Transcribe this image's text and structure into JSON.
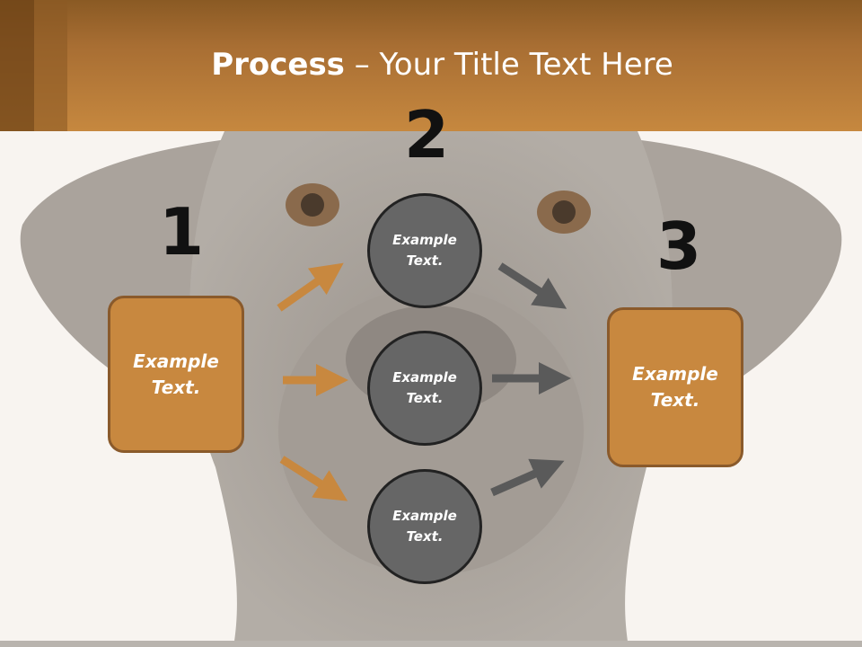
{
  "slide": {
    "title_bold": "Process",
    "title_rest": " – Your Title Text Here",
    "steps": [
      {
        "number": "1",
        "box_text_line1": "Example",
        "box_text_line2": "Text."
      },
      {
        "number": "2"
      },
      {
        "number": "3",
        "box_text_line1": "Example",
        "box_text_line2": "Text."
      }
    ],
    "circles": [
      {
        "line1": "Example",
        "line2": "Text."
      },
      {
        "line1": "Example",
        "line2": "Text."
      },
      {
        "line1": "Example",
        "line2": "Text."
      }
    ]
  },
  "colors": {
    "accent": "#c8883f",
    "accent_dark": "#8a5a2b",
    "circle_fill": "#666666",
    "gray_arrow": "#5a5a5a"
  }
}
